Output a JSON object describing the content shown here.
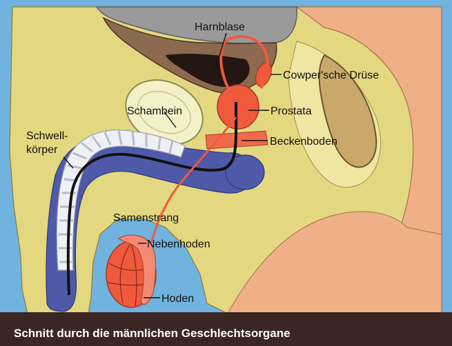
{
  "labels": {
    "harnblase": "Harnblase",
    "cowper": "Cowper'sche Drüse",
    "prostata": "Prostata",
    "schambein": "Schambein",
    "beckenboden": "Beckenboden",
    "schwellkoerper_line1": "Schwell-",
    "schwellkoerper_line2": "körper",
    "samenstrang": "Samenstrang",
    "nebenhoden": "Nebenhoden",
    "hoden": "Hoden"
  },
  "caption": "Schnitt durch die männlichen Geschlechtsorgane",
  "colors": {
    "background_blue": "#6fb3de",
    "tissue_yellow": "#e3d780",
    "tissue_yellow_light": "#efe6a2",
    "skin_peach": "#efb087",
    "bladder_grey": "#9a9a9a",
    "bone_cream": "#f4f0c8",
    "erectile_blue": "#4e5aa8",
    "gland_red": "#ef5a3c",
    "rectum_brown": "#8c6a4f",
    "caption_bar": "#3a2622"
  }
}
